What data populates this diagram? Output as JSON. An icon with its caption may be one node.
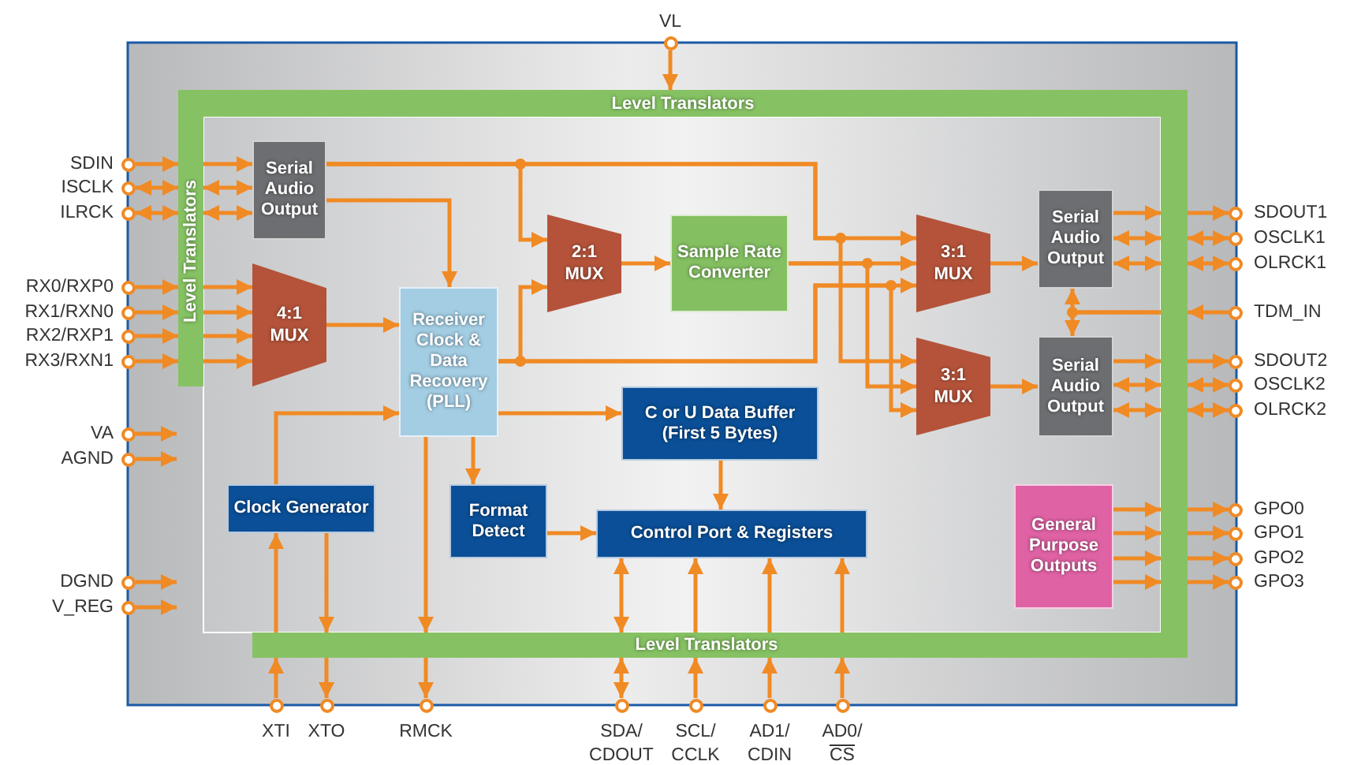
{
  "diagram": {
    "nodes": [
      {
        "text": [
          "VL"
        ]
      },
      {
        "text": [
          "Level Translators"
        ]
      },
      {
        "text": [
          "Level Translators"
        ]
      },
      {
        "text": [
          "Level Translators"
        ]
      },
      {
        "text": [],
        "shape": "bar"
      },
      {
        "text": [
          "SDIN"
        ]
      },
      {
        "text": [
          "ISCLK"
        ]
      },
      {
        "text": [
          "ILRCK"
        ]
      },
      {
        "text": [
          "RX0/RXP0"
        ]
      },
      {
        "text": [
          "RX1/RXN0"
        ]
      },
      {
        "text": [
          "RX2/RXP1"
        ]
      },
      {
        "text": [
          "RX3/RXN1"
        ]
      },
      {
        "text": [
          "VA"
        ]
      },
      {
        "text": [
          "AGND"
        ]
      },
      {
        "text": [
          "DGND"
        ]
      },
      {
        "text": [
          "V_REG"
        ]
      },
      {
        "text": [
          "Serial Audio Output"
        ]
      },
      {
        "text": [
          "4:1 MUX"
        ]
      },
      {
        "text": [
          "Receiver Clock & Data Recovery (PLL)"
        ]
      },
      {
        "text": [
          "2:1 MUX"
        ]
      },
      {
        "text": [
          "Sample Rate Converter"
        ]
      },
      {
        "text": [
          "3:1 MUX"
        ]
      },
      {
        "text": [
          "3:1 MUX"
        ]
      },
      {
        "text": [
          "Serial Audio Output"
        ]
      },
      {
        "text": [
          "Serial Audio Output"
        ]
      },
      {
        "text": [
          "C or U Data Buffer (First 5 Bytes)"
        ]
      },
      {
        "text": [
          "Clock Generator"
        ]
      },
      {
        "text": [
          "Format Detect"
        ]
      },
      {
        "text": [
          "Control Port & Registers"
        ]
      },
      {
        "text": [
          "General Purpose Outputs"
        ]
      },
      {
        "text": [
          "SDOUT1"
        ]
      },
      {
        "text": [
          "OSCLK1"
        ]
      },
      {
        "text": [
          "OLRCK1"
        ]
      },
      {
        "text": [
          "TDM_IN"
        ]
      },
      {
        "text": [
          "SDOUT2"
        ]
      },
      {
        "text": [
          "OSCLK2"
        ]
      },
      {
        "text": [
          "OLRCK2"
        ]
      },
      {
        "text": [
          "GPO0"
        ]
      },
      {
        "text": [
          "GPO1"
        ]
      },
      {
        "text": [
          "GPO2"
        ]
      },
      {
        "text": [
          "GPO3"
        ]
      },
      {
        "text": [
          "XTI"
        ]
      },
      {
        "text": [
          "XTO"
        ]
      },
      {
        "text": [
          "RMCK"
        ]
      },
      {
        "text": [
          "SDA/ CDOUT"
        ]
      },
      {
        "text": [
          "SCL/ CCLK"
        ]
      },
      {
        "text": [
          "AD1/ CDIN"
        ]
      },
      {
        "text": [
          "AD0/ CS"
        ]
      }
    ],
    "edges": [
      {
        "from": 0,
        "to": 1,
        "arrow": "to"
      },
      {
        "from": 5,
        "to": 2,
        "arrow": "to"
      },
      {
        "from": 2,
        "to": 16,
        "arrow": "to"
      },
      {
        "from": 6,
        "to": 2,
        "arrow": "both"
      },
      {
        "from": 2,
        "to": 16,
        "arrow": "both"
      },
      {
        "from": 7,
        "to": 2,
        "arrow": "both"
      },
      {
        "from": 2,
        "to": 16,
        "arrow": "both"
      },
      {
        "from": 8,
        "to": 2,
        "arrow": "to"
      },
      {
        "from": 2,
        "to": 17,
        "arrow": "to"
      },
      {
        "from": 9,
        "to": 2,
        "arrow": "to"
      },
      {
        "from": 2,
        "to": 17,
        "arrow": "to"
      },
      {
        "from": 10,
        "to": 2,
        "arrow": "to"
      },
      {
        "from": 2,
        "to": 17,
        "arrow": "to"
      },
      {
        "from": 11,
        "to": 2,
        "arrow": "to"
      },
      {
        "from": 2,
        "to": 17,
        "arrow": "to"
      },
      {
        "from": 12,
        "to": null,
        "arrow": "to"
      },
      {
        "from": 13,
        "to": null,
        "arrow": "to"
      },
      {
        "from": 14,
        "to": null,
        "arrow": "to"
      },
      {
        "from": 15,
        "to": null,
        "arrow": "to"
      },
      {
        "from": 16,
        "to": 19,
        "arrow": "to"
      },
      {
        "from": 16,
        "to": 21,
        "arrow": "to"
      },
      {
        "from": 16,
        "to": 22,
        "arrow": "to"
      },
      {
        "from": 16,
        "to": 18,
        "arrow": "to"
      },
      {
        "from": 17,
        "to": 18,
        "arrow": "to"
      },
      {
        "from": 19,
        "to": 20,
        "arrow": "to"
      },
      {
        "from": 18,
        "to": 19,
        "arrow": "to"
      },
      {
        "from": 18,
        "to": 21,
        "arrow": "to"
      },
      {
        "from": 18,
        "to": 22,
        "arrow": "to"
      },
      {
        "from": 20,
        "to": 21,
        "arrow": "to"
      },
      {
        "from": 20,
        "to": 22,
        "arrow": "to"
      },
      {
        "from": 21,
        "to": 23,
        "arrow": "to"
      },
      {
        "from": 22,
        "to": 24,
        "arrow": "to"
      },
      {
        "from": 23,
        "to": 4,
        "arrow": "to"
      },
      {
        "from": 23,
        "to": 4,
        "arrow": "both"
      },
      {
        "from": 23,
        "to": 4,
        "arrow": "both"
      },
      {
        "from": 4,
        "to": 30,
        "arrow": "to"
      },
      {
        "from": 4,
        "to": 31,
        "arrow": "both"
      },
      {
        "from": 4,
        "to": 32,
        "arrow": "both"
      },
      {
        "from": 33,
        "to": 4,
        "arrow": "to"
      },
      {
        "from": 4,
        "to": 23,
        "arrow": "to"
      },
      {
        "from": 4,
        "to": 24,
        "arrow": "to"
      },
      {
        "from": 24,
        "to": 4,
        "arrow": "to"
      },
      {
        "from": 24,
        "to": 4,
        "arrow": "both"
      },
      {
        "from": 24,
        "to": 4,
        "arrow": "both"
      },
      {
        "from": 4,
        "to": 34,
        "arrow": "to"
      },
      {
        "from": 4,
        "to": 35,
        "arrow": "both"
      },
      {
        "from": 4,
        "to": 36,
        "arrow": "both"
      },
      {
        "from": 29,
        "to": 4,
        "arrow": "to"
      },
      {
        "from": 29,
        "to": 4,
        "arrow": "to"
      },
      {
        "from": 29,
        "to": 4,
        "arrow": "to"
      },
      {
        "from": 29,
        "to": 4,
        "arrow": "to"
      },
      {
        "from": 4,
        "to": 37,
        "arrow": "to"
      },
      {
        "from": 4,
        "to": 38,
        "arrow": "to"
      },
      {
        "from": 4,
        "to": 39,
        "arrow": "to"
      },
      {
        "from": 4,
        "to": 40,
        "arrow": "to"
      },
      {
        "from": 18,
        "to": 25,
        "arrow": "to"
      },
      {
        "from": 26,
        "to": 18,
        "arrow": "to"
      },
      {
        "from": 18,
        "to": 27,
        "arrow": "to"
      },
      {
        "from": 18,
        "to": 3,
        "arrow": "to"
      },
      {
        "from": 3,
        "to": 43,
        "arrow": "to"
      },
      {
        "from": 25,
        "to": 28,
        "arrow": "to"
      },
      {
        "from": 27,
        "to": 28,
        "arrow": "to"
      },
      {
        "from": 28,
        "to": 3,
        "arrow": "both"
      },
      {
        "from": 3,
        "to": 44,
        "arrow": "both"
      },
      {
        "from": 3,
        "to": 28,
        "arrow": "to"
      },
      {
        "from": 45,
        "to": 3,
        "arrow": "to"
      },
      {
        "from": 3,
        "to": 28,
        "arrow": "to"
      },
      {
        "from": 46,
        "to": 3,
        "arrow": "to"
      },
      {
        "from": 3,
        "to": 28,
        "arrow": "to"
      },
      {
        "from": 47,
        "to": 3,
        "arrow": "to"
      },
      {
        "from": 41,
        "to": 3,
        "arrow": "to"
      },
      {
        "from": 3,
        "to": 26,
        "arrow": "to"
      },
      {
        "from": 26,
        "to": 3,
        "arrow": "to"
      },
      {
        "from": 3,
        "to": 42,
        "arrow": "to"
      }
    ]
  }
}
